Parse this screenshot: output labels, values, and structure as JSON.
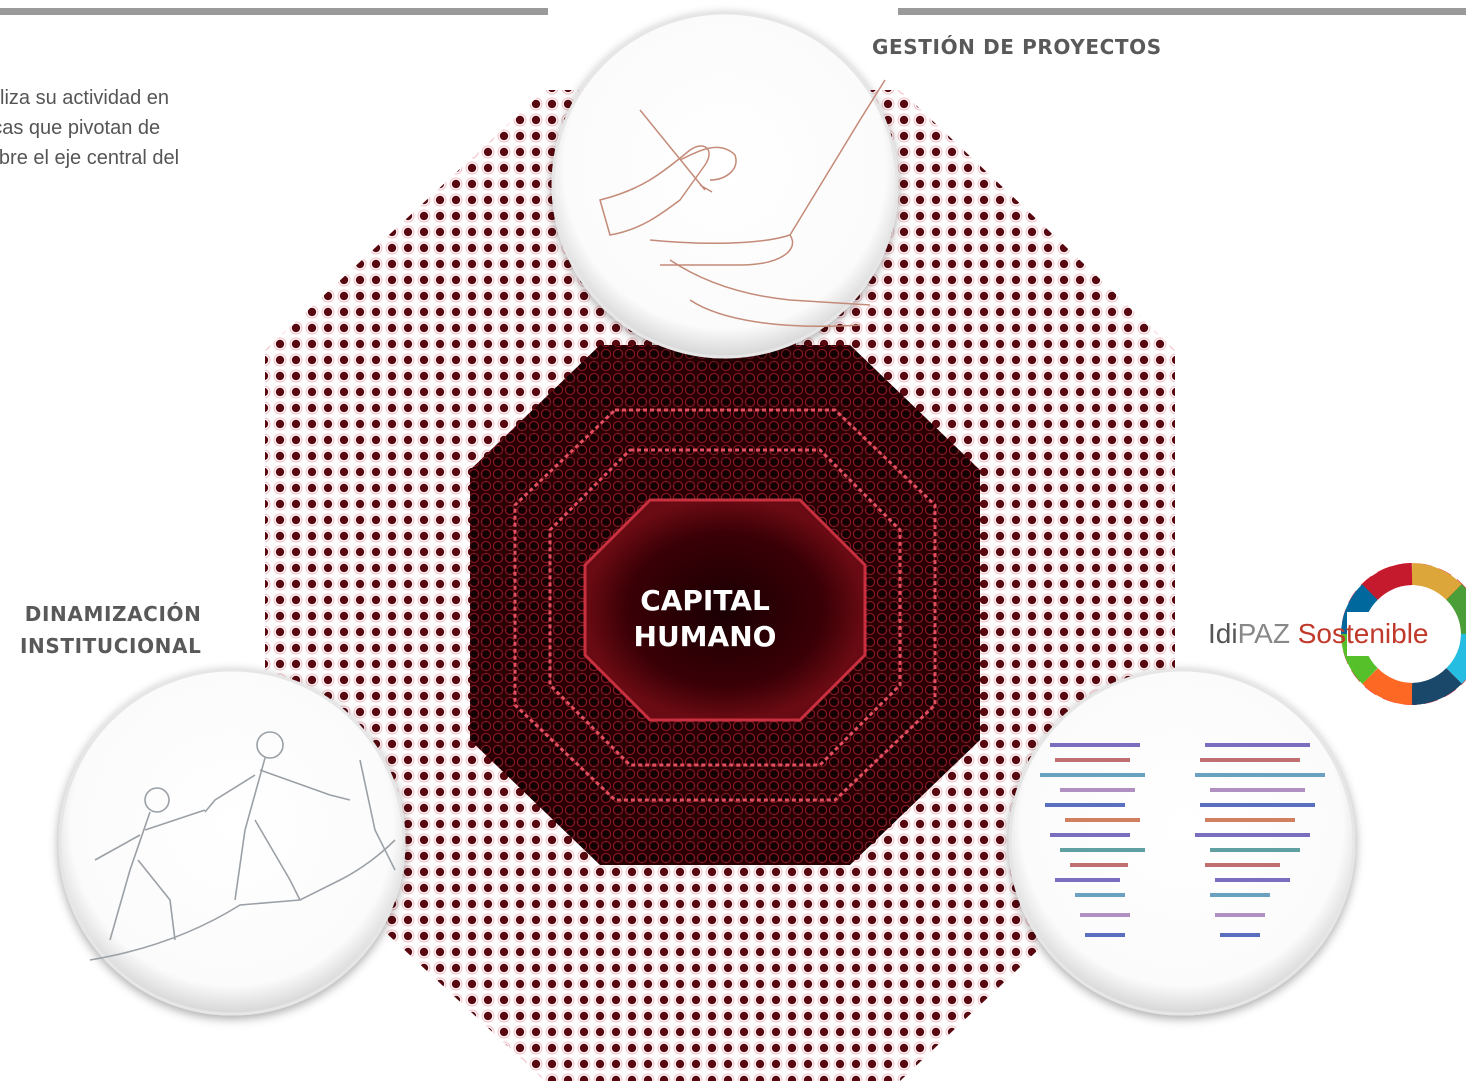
{
  "intro_text": "AZ realiza su actividad en\ns básicas que pivotan de\nrsal sobre el eje central del",
  "center_label": {
    "line1": "CAPITAL",
    "line2": "HUMANO"
  },
  "areas": {
    "gestion": {
      "label": "GESTIÓN DE PROYECTOS",
      "icon": "handshake-signing-icon"
    },
    "dinamizacion": {
      "line1": "DINAMIZACIÓN",
      "line2": "INSTITUCIONAL",
      "icon": "team-climbing-icon"
    },
    "sostenible": {
      "icon": "two-faces-text-icon"
    }
  },
  "logo": {
    "part1": "Idi",
    "part2": "PAZ",
    "part3": " Sostenible"
  },
  "colors": {
    "accent": "#c0392b",
    "dark_red": "#3a0006",
    "dot": "#7a0a12",
    "text_gray": "#595959"
  }
}
